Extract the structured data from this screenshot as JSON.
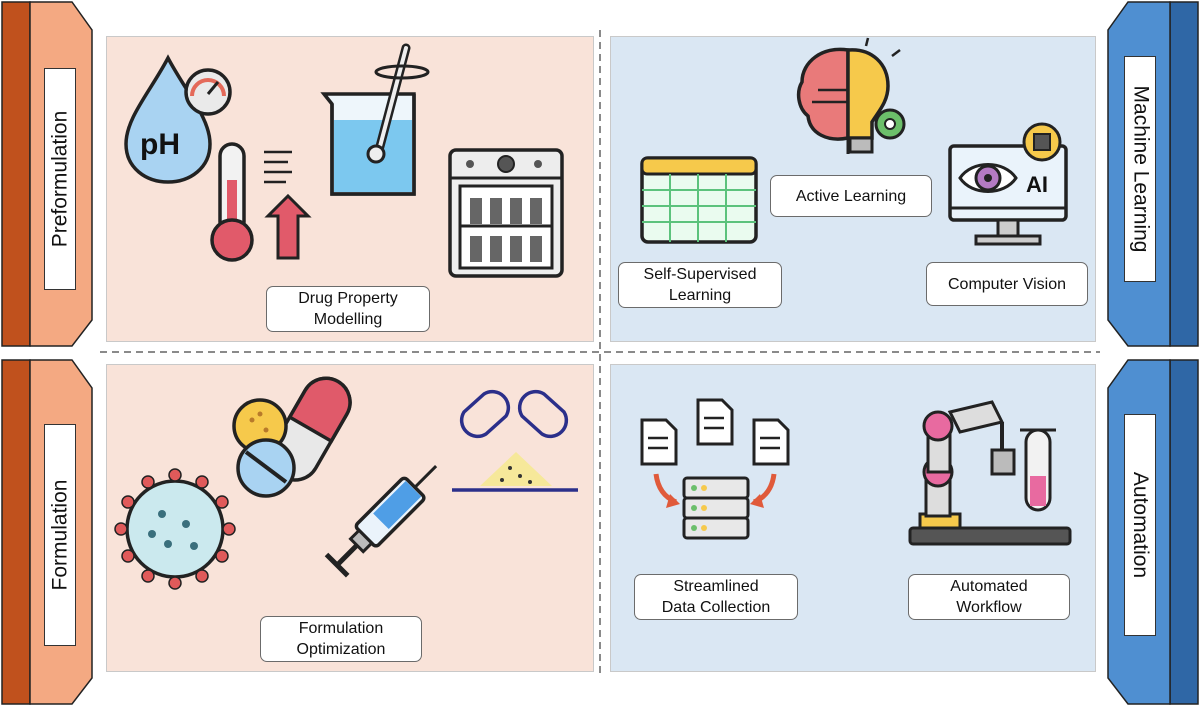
{
  "side_labels": {
    "preformulation": "Preformulation",
    "formulation": "Formulation",
    "machine_learning": "Machine Learning",
    "automation": "Automation"
  },
  "box_labels": {
    "drug_property_line1": "Drug Property",
    "drug_property_line2": "Modelling",
    "self_supervised_line1": "Self-Supervised",
    "self_supervised_line2": "Learning",
    "active_learning": "Active Learning",
    "computer_vision": "Computer Vision",
    "formulation_opt_line1": "Formulation",
    "formulation_opt_line2": "Optimization",
    "streamlined_line1": "Streamlined",
    "streamlined_line2": "Data Collection",
    "automated_line1": "Automated",
    "automated_line2": "Workflow"
  },
  "icon_text": {
    "ph": "pH",
    "ai": "AI"
  },
  "colors": {
    "left_banner_dark": "#c0511d",
    "left_banner_light": "#f4a982",
    "right_banner_dark": "#2f67a6",
    "right_banner_light": "#4f8fd1",
    "pink_panel": "#f9e3d9",
    "blue_panel": "#dae7f3"
  }
}
